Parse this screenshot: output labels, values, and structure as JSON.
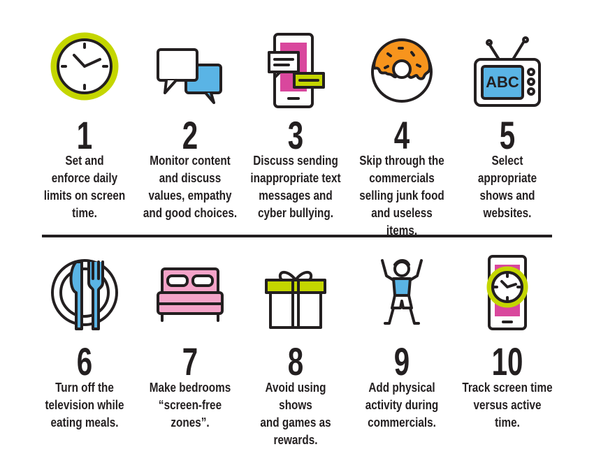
{
  "colors": {
    "lime": "#c4d600",
    "blue": "#5ab4e5",
    "pink": "#d9479d",
    "orange": "#f7941d",
    "lightpink": "#f4a3c8",
    "dark": "#231f20"
  },
  "tips": [
    {
      "number": "1",
      "icon": "clock-icon",
      "lines": [
        "Set and",
        "enforce daily",
        "limits on screen",
        "time."
      ]
    },
    {
      "number": "2",
      "icon": "chat-bubbles-icon",
      "lines": [
        "Monitor content",
        "and discuss",
        "values, empathy",
        "and good choices."
      ]
    },
    {
      "number": "3",
      "icon": "phone-messages-icon",
      "lines": [
        "Discuss sending",
        "inappropriate text",
        "messages and",
        "cyber bullying."
      ]
    },
    {
      "number": "4",
      "icon": "donut-icon",
      "lines": [
        "Skip through the",
        "commercials",
        "selling junk food",
        "and useless items."
      ]
    },
    {
      "number": "5",
      "icon": "television-icon",
      "lines": [
        "Select",
        "appropriate",
        "shows and",
        "websites."
      ],
      "screen_text": "ABC"
    },
    {
      "number": "6",
      "icon": "plate-fork-knife-icon",
      "lines": [
        "Turn off the",
        "television while",
        "eating meals."
      ]
    },
    {
      "number": "7",
      "icon": "bed-icon",
      "lines": [
        "Make bedrooms",
        "“screen-free",
        "zones”."
      ]
    },
    {
      "number": "8",
      "icon": "gift-icon",
      "lines": [
        "Avoid using shows",
        "and games as",
        "rewards."
      ]
    },
    {
      "number": "9",
      "icon": "person-exercising-icon",
      "lines": [
        "Add physical",
        "activity during",
        "commercials."
      ]
    },
    {
      "number": "10",
      "icon": "phone-clock-icon",
      "lines": [
        "Track screen time",
        "versus active",
        "time."
      ]
    }
  ]
}
